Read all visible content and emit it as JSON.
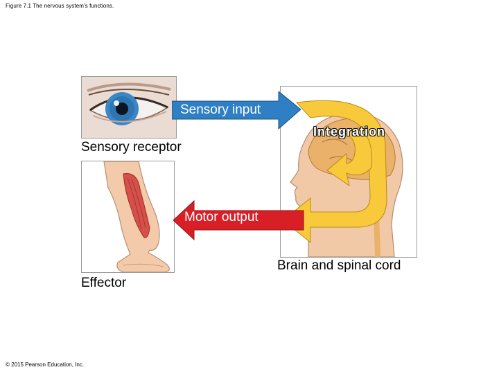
{
  "figure": {
    "caption": "Figure 7.1 The nervous system's functions.",
    "copyright": "© 2015 Pearson Education, Inc."
  },
  "labels": {
    "sensory_input": "Sensory input",
    "integration": "Integration",
    "sensory_receptor": "Sensory receptor",
    "motor_output": "Motor output",
    "brain_spinal_cord": "Brain and spinal cord",
    "effector": "Effector"
  },
  "colors": {
    "arrow_blue": "#2e7fc4",
    "arrow_red": "#d81f26",
    "integration_yellow": "#f8c93a",
    "skin": "#f2c9a7",
    "brain": "#e9b169"
  }
}
